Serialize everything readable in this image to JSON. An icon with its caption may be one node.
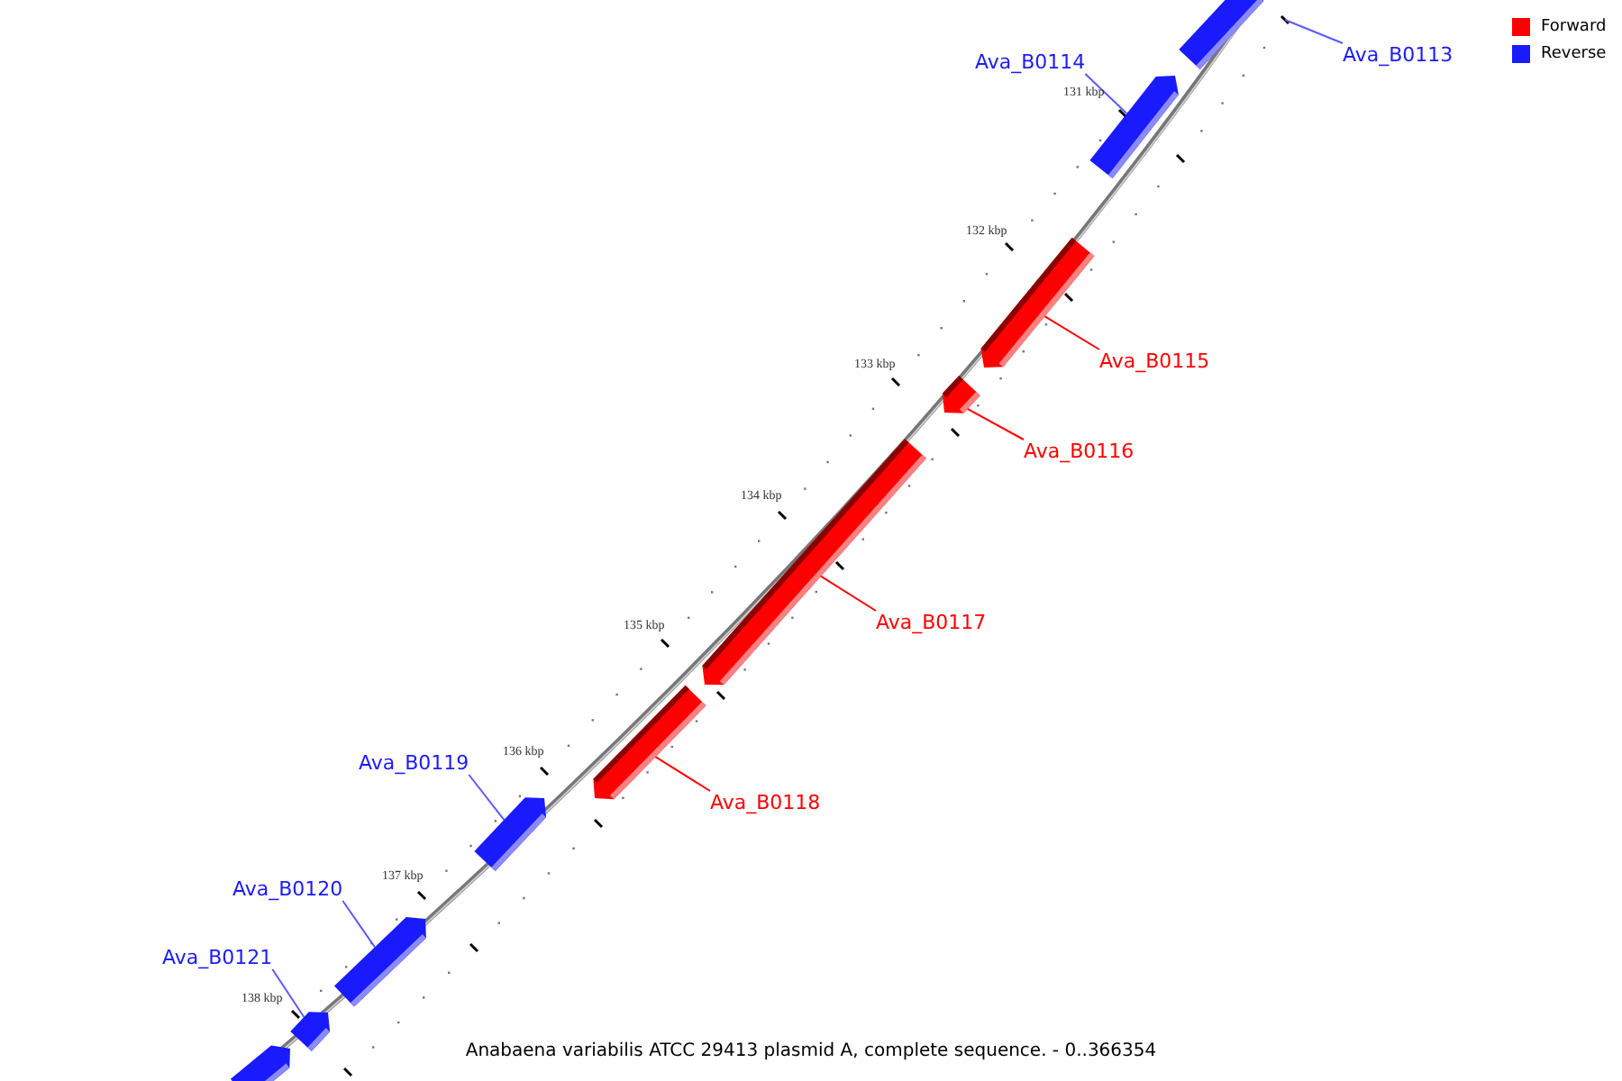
{
  "diagram": {
    "caption": "Anabaena variabilis ATCC 29413 plasmid A, complete sequence. - 0..366354",
    "nodes": [
      {
        "text": [
          "Ava_B0113"
        ]
      },
      {
        "text": [
          "Ava_B0114"
        ]
      },
      {
        "text": [
          "Ava_B0115"
        ]
      },
      {
        "text": [
          "Ava_B0116"
        ]
      },
      {
        "text": [
          "Ava_B0117"
        ]
      },
      {
        "text": [
          "Ava_B0118"
        ]
      },
      {
        "text": [
          "Ava_B0119"
        ]
      },
      {
        "text": [
          "Ava_B0120"
        ]
      },
      {
        "text": [
          "Ava_B0121"
        ]
      },
      {
        "text": [],
        "shape": "bar"
      },
      {
        "text": [],
        "shape": "bar"
      },
      {
        "text": [],
        "shape": "bar"
      },
      {
        "text": [],
        "shape": "bar"
      },
      {
        "text": [],
        "shape": "bar"
      },
      {
        "text": [],
        "shape": "bar"
      },
      {
        "text": [],
        "shape": "bar"
      },
      {
        "text": [],
        "shape": "bar"
      },
      {
        "text": [],
        "shape": "bar"
      },
      {
        "text": [],
        "shape": "bar"
      }
    ],
    "edges": [
      {
        "from": 0,
        "to": null,
        "arrow": "none"
      },
      {
        "from": 1,
        "to": 10,
        "arrow": "none"
      },
      {
        "from": 2,
        "to": 11,
        "arrow": "none",
        "color": "#ff0000"
      },
      {
        "from": 3,
        "to": 12,
        "arrow": "none",
        "color": "#ff0000"
      },
      {
        "from": 4,
        "to": 13,
        "arrow": "none",
        "color": "#ff0000"
      },
      {
        "from": 5,
        "to": 14,
        "arrow": "none",
        "color": "#ff0000"
      },
      {
        "from": 6,
        "to": 15,
        "arrow": "none"
      },
      {
        "from": 7,
        "to": 16,
        "arrow": "none"
      },
      {
        "from": 8,
        "to": 17,
        "arrow": "none"
      }
    ],
    "labels": [
      "131 kbp",
      "132 kbp",
      "133 kbp",
      "134 kbp",
      "135 kbp",
      "136 kbp",
      "137 kbp",
      "138 kbp"
    ],
    "legend": [
      {
        "text": "Forward",
        "color": "#ff0000"
      },
      {
        "text": "Reverse",
        "color": "#1a1aff"
      }
    ]
  }
}
